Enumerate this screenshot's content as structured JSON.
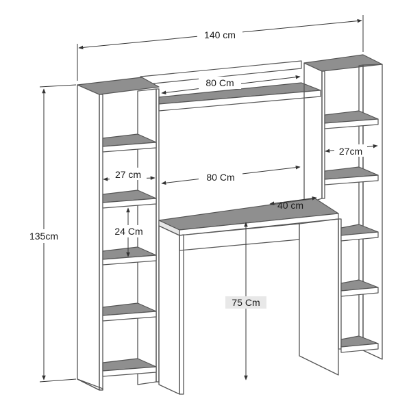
{
  "colors": {
    "panel_front": "#ffffff",
    "panel_side": "#e8e8e8",
    "board_top": "#8f8f8f",
    "edge": "#555555",
    "dimension": "#333333"
  },
  "dimensions": {
    "total_width": "140 cm",
    "total_height": "135cm",
    "top_shelf_width": "80 Cm",
    "desk_width": "80 Cm",
    "desk_depth": "40 cm",
    "desk_height": "75 Cm",
    "left_shelf_width": "27 cm",
    "right_shelf_width": "27cm",
    "shelf_spacing": "24 Cm"
  }
}
